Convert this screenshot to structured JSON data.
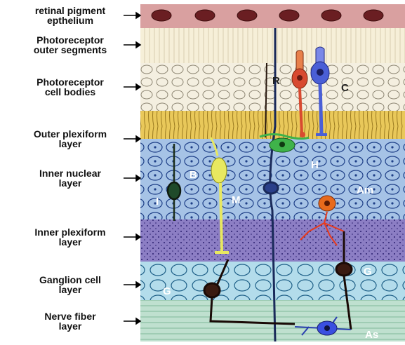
{
  "labels": {
    "retinal_pigment": [
      "retinal pigment",
      "epthelium"
    ],
    "outer_segments": [
      "Photoreceptor",
      "outer segments"
    ],
    "cell_bodies": [
      "Photoreceptor",
      "cell bodies"
    ],
    "outer_plexiform": [
      "Outer plexiform",
      "layer"
    ],
    "inner_nuclear": [
      "Inner nuclear",
      "layer"
    ],
    "inner_plexiform": [
      "Inner plexiform",
      "layer"
    ],
    "ganglion": [
      "Ganglion cell",
      "layer"
    ],
    "nerve_fiber": [
      "Nerve fiber",
      "layer"
    ]
  },
  "cell_letters": {
    "rod": "R",
    "cone": "C",
    "bipolar": "B",
    "horizontal": "H",
    "muller": "M",
    "interplexiform": "I",
    "amacrine": "Am",
    "ganglion_upper": "G",
    "ganglion_lower": "G",
    "astrocyte": "As"
  },
  "colors": {
    "pigment": "#d9a0a0",
    "outer_segments": "#f6efd8",
    "cell_bodies": "#f4efe0",
    "outer_plexiform": "#e9c85a",
    "inner_nuclear": "#a6c3e6",
    "inner_plexiform": "#8c7ec4",
    "ganglion": "#b3dceb",
    "nerve_fiber": "#bfe0cf",
    "rod": "#d84a30",
    "cone": "#4a5fd6",
    "bipolar": "#e8e860",
    "horizontal": "#3fb34a",
    "amacrine": "#e86a1c",
    "ganglion_cell": "#3a1a10"
  }
}
